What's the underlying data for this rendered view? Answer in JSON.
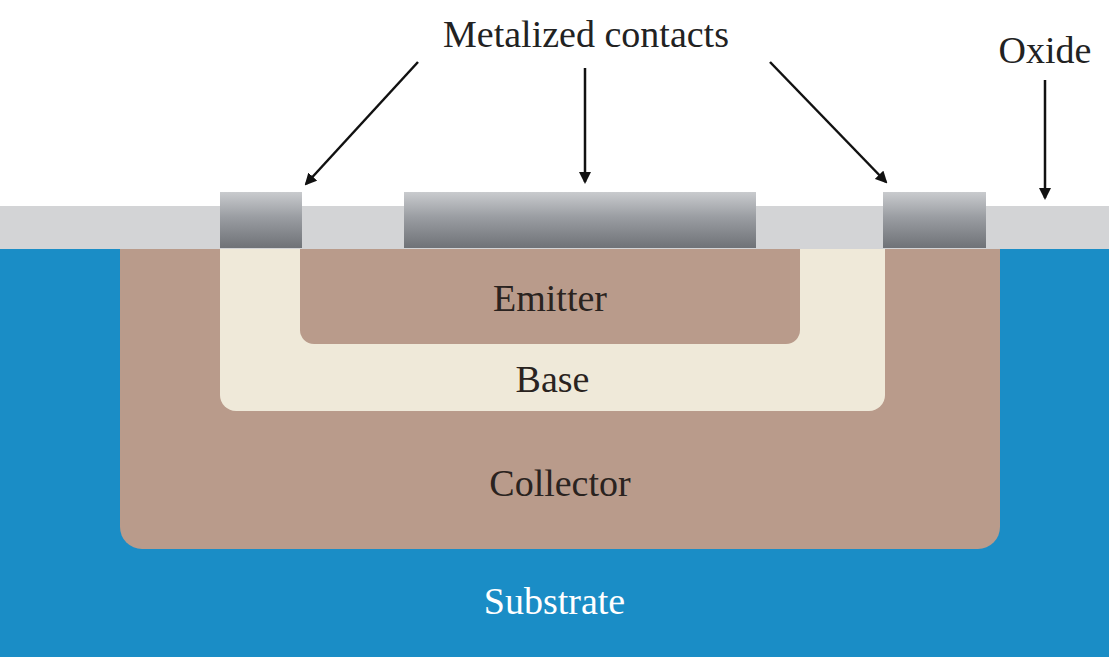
{
  "diagram": {
    "nodes": [
      {
        "text": [
          "Substrate"
        ]
      },
      {
        "text": [
          "Collector"
        ],
        "in": 0
      },
      {
        "text": [
          "Base"
        ],
        "in": 1
      },
      {
        "text": [
          "Emitter"
        ],
        "in": 2
      }
    ],
    "labels": [
      "Metalized contacts",
      "Oxide"
    ]
  }
}
